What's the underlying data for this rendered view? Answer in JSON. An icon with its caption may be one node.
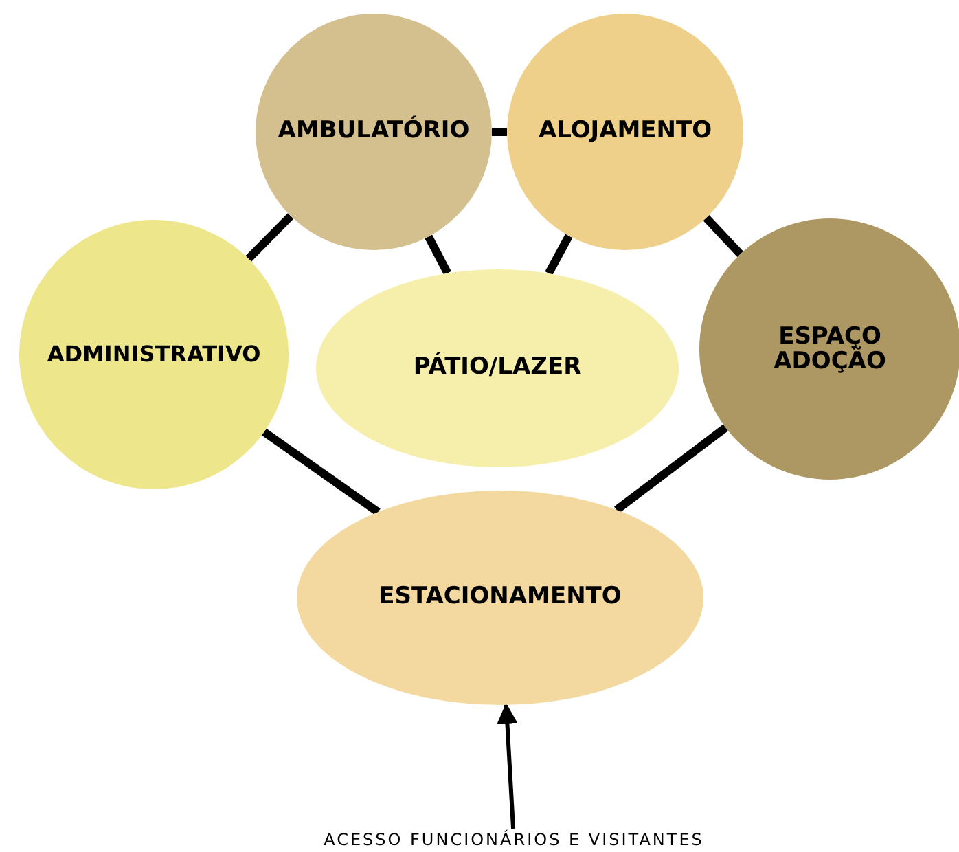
{
  "diagram": {
    "nodes": [
      {
        "text": [
          "AMBULATÓRIO"
        ]
      },
      {
        "text": [
          "ALOJAMENTO"
        ]
      },
      {
        "text": [
          "ADMINISTRATIVO"
        ]
      },
      {
        "text": [
          "PÁTIO/LAZER"
        ]
      },
      {
        "text": [
          "ESPAÇO ADOÇÃO"
        ]
      },
      {
        "text": [
          "ESTACIONAMENTO"
        ]
      },
      {
        "text": [
          "ACESSO FUNCIONÁRIOS E VISITANTES"
        ]
      }
    ],
    "edges": [
      {
        "from": 0,
        "to": 1,
        "arrow": "none"
      },
      {
        "from": 0,
        "to": 2,
        "arrow": "none"
      },
      {
        "from": 0,
        "to": 3,
        "arrow": "none"
      },
      {
        "from": 1,
        "to": 3,
        "arrow": "none"
      },
      {
        "from": 1,
        "to": 4,
        "arrow": "none"
      },
      {
        "from": 2,
        "to": 5,
        "arrow": "none"
      },
      {
        "from": 4,
        "to": 5,
        "arrow": "none"
      },
      {
        "from": 6,
        "to": 5,
        "arrow": "to"
      }
    ]
  }
}
